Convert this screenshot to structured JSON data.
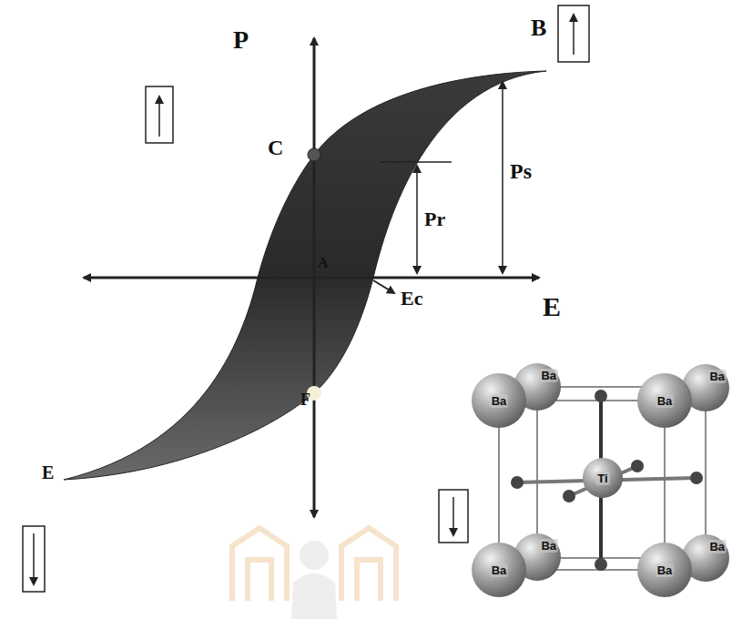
{
  "diagram": {
    "nodes": [
      {
        "text": [
          "Ba"
        ]
      },
      {
        "text": [
          "Ba"
        ]
      },
      {
        "text": [
          "Ba"
        ]
      },
      {
        "text": [
          "Ba"
        ]
      },
      {
        "text": [
          "Ba"
        ]
      },
      {
        "text": [
          "Ba"
        ]
      },
      {
        "text": [
          "Ba"
        ]
      },
      {
        "text": [
          "Ba"
        ]
      },
      {
        "text": [
          "Ti"
        ]
      }
    ],
    "labels": [
      "P",
      "B",
      "C",
      "Pr",
      "Ps",
      "A",
      "E",
      "Ec",
      "E",
      "F"
    ]
  }
}
